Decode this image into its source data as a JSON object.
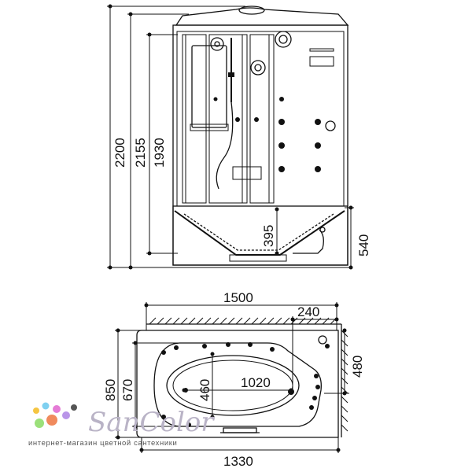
{
  "elevation": {
    "height_total": "2200",
    "height_cabin": "2155",
    "height_inner": "1930",
    "tray_depth": "395",
    "base_height": "540"
  },
  "plan": {
    "width_total": "1500",
    "corner_width": "240",
    "corner_depth": "480",
    "inner_length": "1020",
    "inner_width": "460",
    "tub_width_outer": "850",
    "tub_width_inner": "670",
    "tub_length": "1330"
  },
  "logo": {
    "brand": "SanColor",
    "tagline": "интернет-магазин цветной сантехники",
    "dot_colors": [
      "#f5c542",
      "#7fd0f0",
      "#e57bd6",
      "#9be07a",
      "#f08a5d",
      "#b995e8",
      "#555555"
    ]
  }
}
